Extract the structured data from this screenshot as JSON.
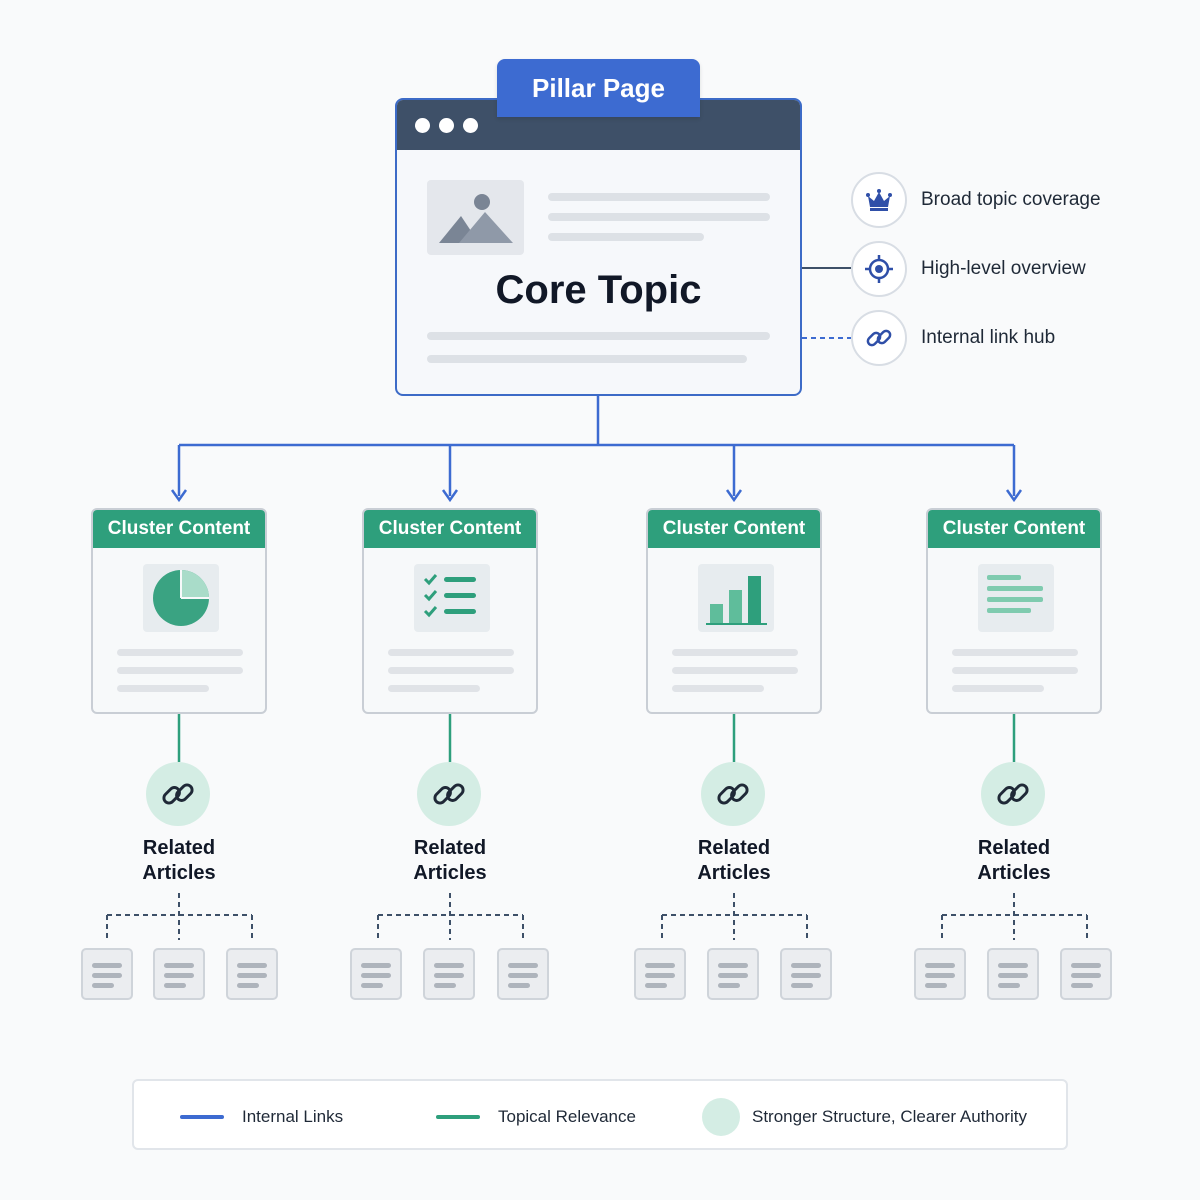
{
  "pillar": {
    "tab_label": "Pillar Page",
    "title": "Core Topic",
    "features": [
      {
        "label": "Broad topic coverage",
        "icon": "crown-icon"
      },
      {
        "label": "High-level overview",
        "icon": "target-icon"
      },
      {
        "label": "Internal link hub",
        "icon": "link-icon"
      }
    ]
  },
  "clusters": [
    {
      "header": "Cluster Content",
      "icon": "pie-chart-icon",
      "related_line1": "Related",
      "related_line2": "Articles"
    },
    {
      "header": "Cluster Content",
      "icon": "checklist-icon",
      "related_line1": "Related",
      "related_line2": "Articles"
    },
    {
      "header": "Cluster Content",
      "icon": "bar-chart-icon",
      "related_line1": "Related",
      "related_line2": "Articles"
    },
    {
      "header": "Cluster Content",
      "icon": "text-lines-icon",
      "related_line1": "Related",
      "related_line2": "Articles"
    }
  ],
  "legend": {
    "internal_links": "Internal Links",
    "topical_relevance": "Topical Relevance",
    "stronger_structure": "Stronger Structure, Clearer Authority"
  },
  "colors": {
    "blue": "#3d6bd1",
    "green": "#2e9f7c",
    "light_green": "#d4ede4",
    "window_bar": "#3e5068"
  }
}
